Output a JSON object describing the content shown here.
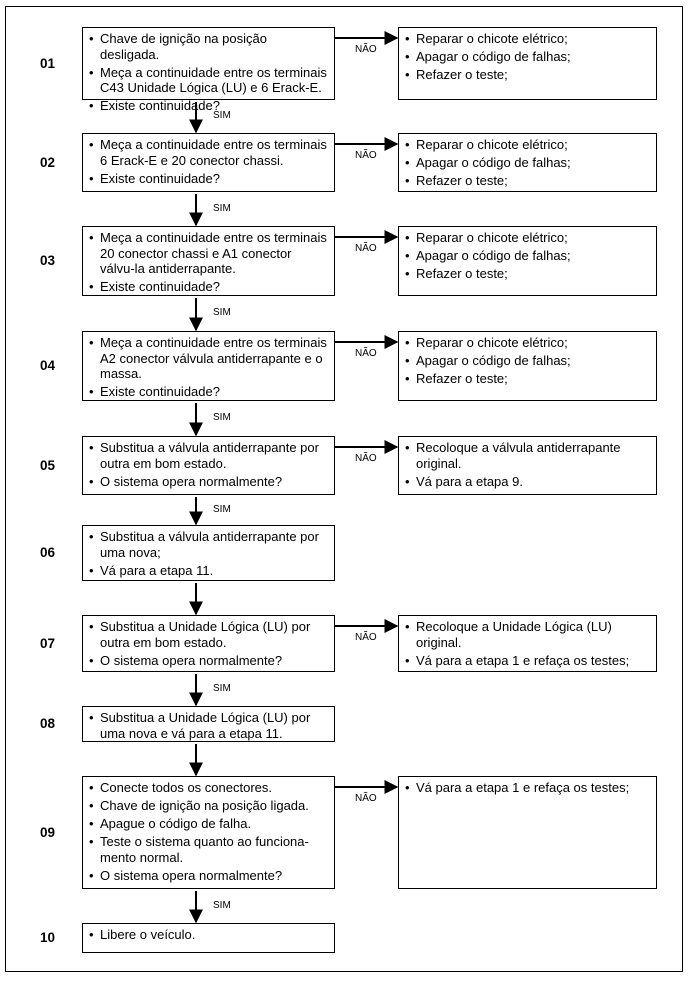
{
  "labels": {
    "yes": "SIM",
    "no": "NÃO"
  },
  "steps": [
    {
      "number": "01",
      "items": [
        "Chave de ignição na posição desligada.",
        "Meça a continuidade entre os terminais C43 Unidade Lógica (LU) e 6 Erack-E.",
        "Existe continuidade?"
      ],
      "no_items": [
        "Reparar o chicote elétrico;",
        "Apagar o código de falhas;",
        "Refazer o teste;"
      ]
    },
    {
      "number": "02",
      "items": [
        "Meça a continuidade entre os terminais 6 Erack-E e 20 conector chassi.",
        "Existe continuidade?"
      ],
      "no_items": [
        "Reparar o chicote elétrico;",
        "Apagar o código de falhas;",
        "Refazer o teste;"
      ]
    },
    {
      "number": "03",
      "items": [
        "Meça a continuidade entre os terminais 20 conector chassi e A1 conector válvu-la antiderrapante.",
        "Existe continuidade?"
      ],
      "no_items": [
        "Reparar o chicote elétrico;",
        "Apagar o código de falhas;",
        "Refazer o teste;"
      ]
    },
    {
      "number": "04",
      "items": [
        "Meça a continuidade entre os terminais A2 conector válvula antiderrapante e o massa.",
        "Existe continuidade?"
      ],
      "no_items": [
        "Reparar o chicote elétrico;",
        "Apagar o código de falhas;",
        "Refazer o teste;"
      ]
    },
    {
      "number": "05",
      "items": [
        "Substitua a válvula antiderrapante por outra em bom estado.",
        "O sistema opera normalmente?"
      ],
      "no_items": [
        "Recoloque a válvula antiderrapante original.",
        "Vá para a etapa 9."
      ]
    },
    {
      "number": "06",
      "items": [
        "Substitua a válvula antiderrapante por uma nova;",
        "Vá para a etapa 11."
      ],
      "no_items": []
    },
    {
      "number": "07",
      "items": [
        "Substitua a Unidade Lógica (LU) por outra  em bom estado.",
        "O sistema opera normalmente?"
      ],
      "no_items": [
        "Recoloque a Unidade Lógica (LU) original.",
        "Vá para a etapa 1 e refaça os testes;"
      ]
    },
    {
      "number": "08",
      "items": [
        "Substitua a Unidade Lógica (LU) por uma nova e vá para a etapa 11."
      ],
      "no_items": []
    },
    {
      "number": "09",
      "items": [
        "Conecte todos os conectores.",
        "Chave de ignição na posição ligada.",
        "Apague o código de falha.",
        "Teste o sistema quanto ao funciona-mento normal.",
        "O sistema opera normalmente?"
      ],
      "no_items": [
        "Vá para a etapa 1 e refaça os testes;"
      ]
    },
    {
      "number": "10",
      "items": [
        "Libere o veículo."
      ],
      "no_items": []
    }
  ]
}
